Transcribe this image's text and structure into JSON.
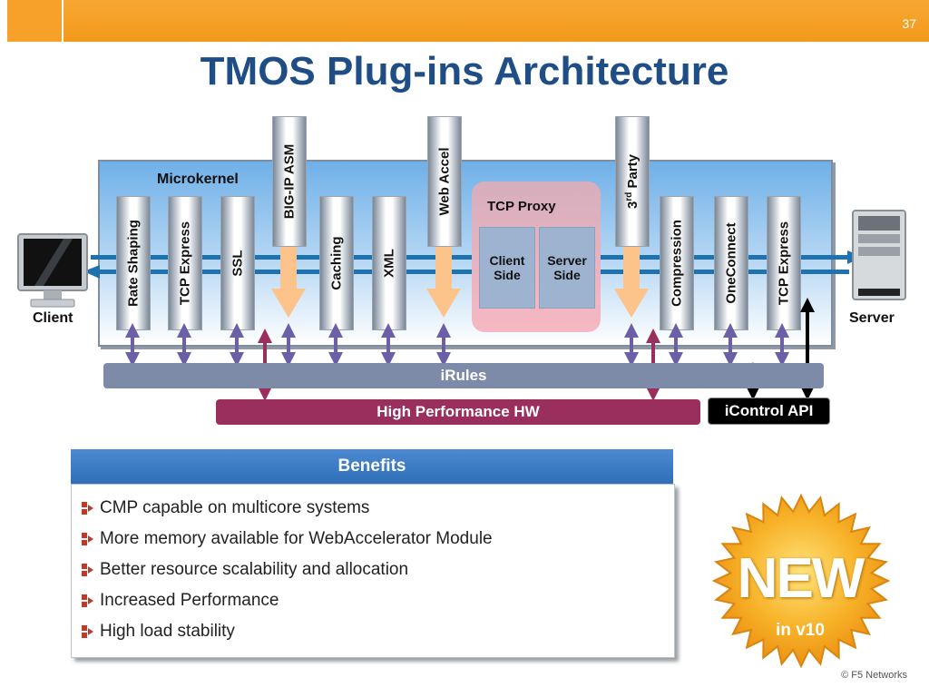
{
  "header": {
    "page_number": "37",
    "title": "TMOS Plug-ins Architecture"
  },
  "diagram": {
    "microkernel_label": "Microkernel",
    "client_label": "Client",
    "server_label": "Server",
    "modules_bottom": [
      "Rate Shaping",
      "TCP Express",
      "SSL",
      "Caching",
      "XML",
      "Compression",
      "OneConnect",
      "TCP Express"
    ],
    "modules_top": [
      "BIG-IP ASM",
      "Web Accel",
      "3rd Party"
    ],
    "third_party_sup": "rd",
    "tcp_proxy": {
      "title": "TCP Proxy",
      "client_side": "Client Side",
      "server_side": "Server Side"
    },
    "irules_label": "iRules",
    "hw_label": "High Performance HW",
    "api_label": "iControl API"
  },
  "benefits": {
    "title": "Benefits",
    "items": [
      "CMP capable on multicore systems",
      "More memory available for WebAccelerator Module",
      "Better resource scalability and allocation",
      "Increased Performance",
      "High load stability"
    ]
  },
  "badge": {
    "word": "NEW",
    "subtitle": "in v10"
  },
  "footer": {
    "copyright": "© F5 Networks"
  },
  "colors": {
    "orange": "#f39a1a",
    "title_blue": "#1f4e86",
    "irules": "#7d8aa8",
    "hw": "#9a2f5d",
    "arrow_purple": "#6b5fa8"
  }
}
